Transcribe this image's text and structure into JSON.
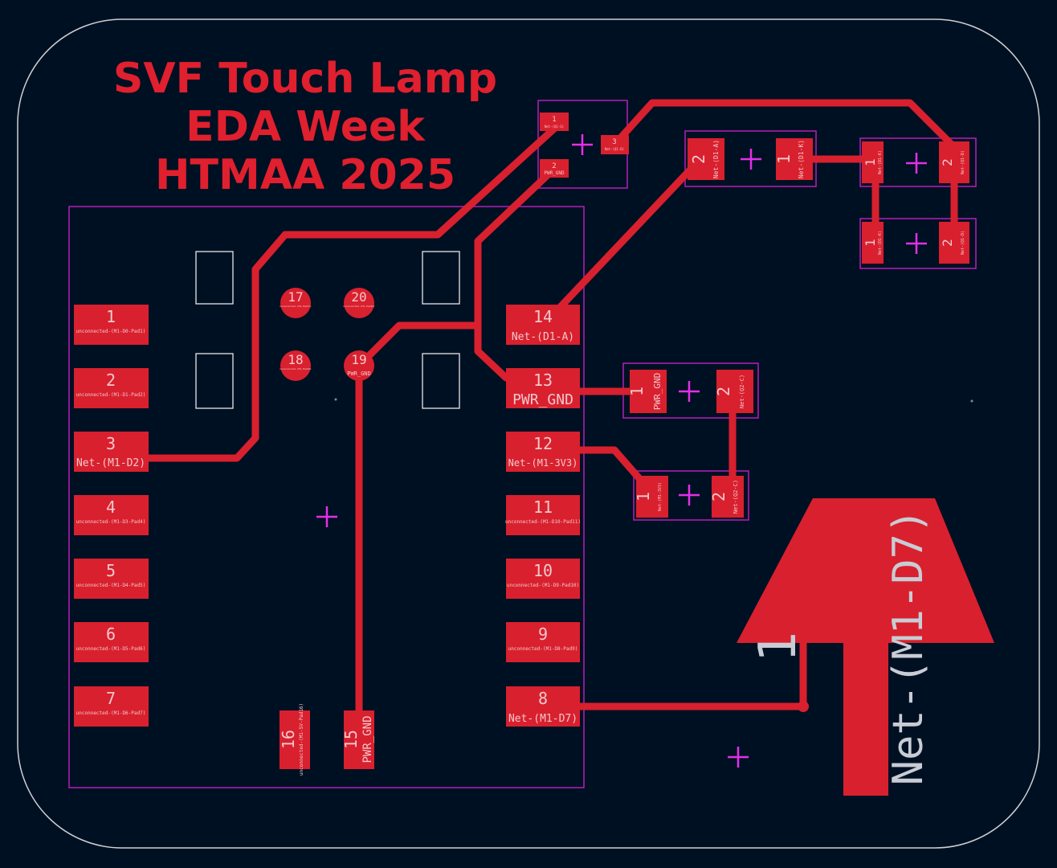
{
  "title_lines": [
    "SVF Touch Lamp",
    "EDA Week",
    "HTMAA 2025"
  ],
  "colors": {
    "background": "#001023",
    "copper": "#d9202e",
    "courtyard": "#b41fb8",
    "edge": "#d0d0d0",
    "silk": "#c8ccd4"
  },
  "module_pads": {
    "p1": {
      "num": "1",
      "net": "unconnected-(M1-D0-Pad1)"
    },
    "p2": {
      "num": "2",
      "net": "unconnected-(M1-D1-Pad2)"
    },
    "p3": {
      "num": "3",
      "net": "Net-(M1-D2)"
    },
    "p4": {
      "num": "4",
      "net": "unconnected-(M1-D3-Pad4)"
    },
    "p5": {
      "num": "5",
      "net": "unconnected-(M1-D4-Pad5)"
    },
    "p6": {
      "num": "6",
      "net": "unconnected-(M1-D5-Pad6)"
    },
    "p7": {
      "num": "7",
      "net": "unconnected-(M1-D6-Pad7)"
    },
    "p8": {
      "num": "8",
      "net": "Net-(M1-D7)"
    },
    "p9": {
      "num": "9",
      "net": "unconnected-(M1-D8-Pad9)"
    },
    "p10": {
      "num": "10",
      "net": "unconnected-(M1-D9-Pad10)"
    },
    "p11": {
      "num": "11",
      "net": "unconnected-(M1-D10-Pad11)"
    },
    "p12": {
      "num": "12",
      "net": "Net-(M1-3V3)"
    },
    "p13": {
      "num": "13",
      "net": "PWR_GND"
    },
    "p14": {
      "num": "14",
      "net": "Net-(D1-A)"
    },
    "p15": {
      "num": "15",
      "net": "PWR_GND"
    },
    "p16": {
      "num": "16",
      "net": "unconnected-(M1-5V-Pad16)"
    },
    "p17": {
      "num": "17",
      "net": "unconnected-(M1-Pad17)"
    },
    "p18": {
      "num": "18",
      "net": "unconnected-(M1-Pad18)"
    },
    "p19": {
      "num": "19",
      "net": "PWR_GND"
    },
    "p20": {
      "num": "20",
      "net": "unconnected-(M1-Pad20)"
    }
  },
  "q1": {
    "p1": {
      "num": "1",
      "net": "Net-(Q1-G)"
    },
    "p2": {
      "num": "2",
      "net": "PWR_GND"
    },
    "p3": {
      "num": "3",
      "net": "Net-(Q1-D)"
    }
  },
  "d1": {
    "p2": {
      "num": "2",
      "net": "Net-(D1-A)"
    },
    "p1": {
      "num": "1",
      "net": "Net-(D1-K)"
    }
  },
  "led_a": {
    "p1": {
      "num": "1",
      "net": "Net-(D1-K)"
    },
    "p2": {
      "num": "2",
      "net": "Net-(Q1-D)"
    }
  },
  "led_b": {
    "p1": {
      "num": "1",
      "net": "Net-(D1-K)"
    },
    "p2": {
      "num": "2",
      "net": "Net-(Q1-D)"
    }
  },
  "c1": {
    "p1": {
      "num": "1",
      "net": "PWR_GND"
    },
    "p2": {
      "num": "2",
      "net": "Net-(Q2-C)"
    }
  },
  "r1": {
    "p1": {
      "num": "1",
      "net": "Net-(M1-3V3)"
    },
    "p2": {
      "num": "2",
      "net": "Net-(Q2-C)"
    }
  },
  "touch_pad": {
    "num": "1",
    "net": "Net-(M1-D7)"
  }
}
